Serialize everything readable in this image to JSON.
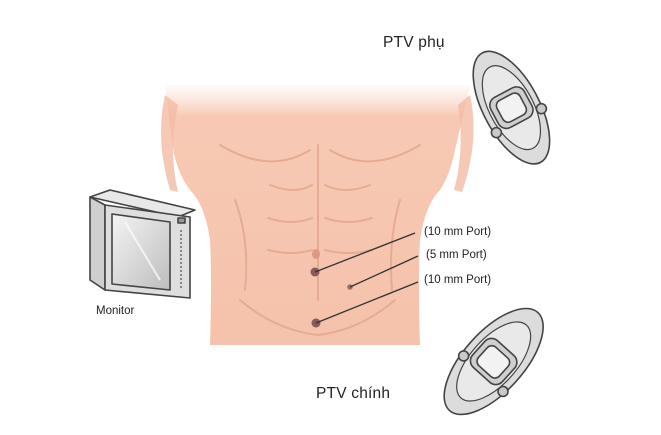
{
  "labels": {
    "assistant_surgeon": "PTV phụ",
    "main_surgeon": "PTV chính",
    "monitor": "Monitor",
    "port_1": "(10 mm Port)",
    "port_2": "(5 mm Port)",
    "port_3": "(10 mm Port)"
  },
  "colors": {
    "skin": "#f7c7b1",
    "skin_shadow": "#e9a68c",
    "port_marker": "#8a5a5a",
    "leader_line": "#333333",
    "device_gray": "#d9d9d9",
    "device_outline": "#444444"
  }
}
